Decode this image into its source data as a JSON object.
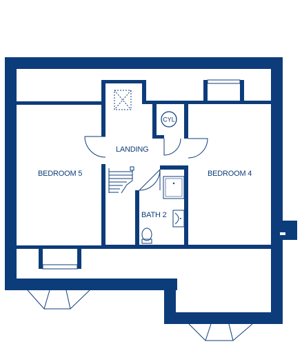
{
  "rooms": {
    "bedroom5": "BEDROOM 5",
    "bedroom4": "BEDROOM 4",
    "landing": "LANDING",
    "bath2": "BATH 2",
    "cylinder": "CYL"
  },
  "colors": {
    "wall": "#0d3c7a",
    "background": "#ffffff"
  }
}
